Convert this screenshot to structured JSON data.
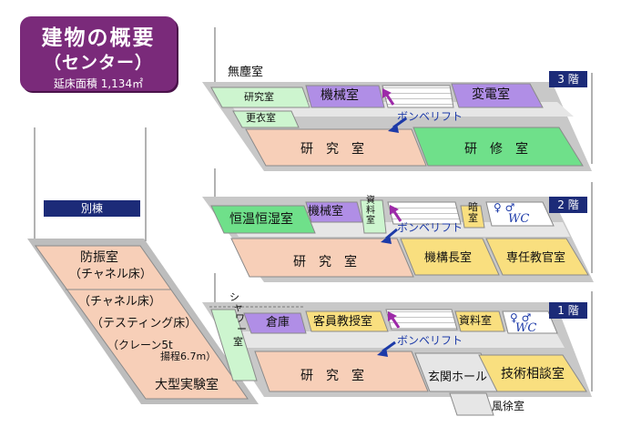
{
  "title": {
    "main": "建物の概要",
    "sub": "（センター）",
    "area": "延床面積 1,134㎡"
  },
  "annex": {
    "badge": "別棟",
    "room1": "防振室",
    "room1_sub": "（チャネル床）",
    "line1": "（チャネル床）",
    "line2": "（テスティング床）",
    "line3": "（クレーン5t",
    "line4": "揚程6.7m）",
    "room2": "大型実験室"
  },
  "floor3": {
    "badge": "3 階",
    "above_label": "無塵室",
    "rooms": {
      "lab_small": "研究室",
      "machine": "機械室",
      "substation": "変電室",
      "locker": "更衣室",
      "lift": "ボンベリフト",
      "lab": "研　究　室",
      "training": "研　修　室"
    }
  },
  "floor2": {
    "badge": "2 階",
    "rooms": {
      "constant_temp": "恒温恒湿室",
      "machine": "機械室",
      "archive_1": "資",
      "archive_2": "料",
      "archive_3": "室",
      "darkroom_1": "暗",
      "darkroom_2": "室",
      "wc": "WC",
      "lift": "ボンベリフト",
      "lab": "研　究　室",
      "director": "機構長室",
      "professor": "専任教官室"
    }
  },
  "floor1": {
    "badge": "1 階",
    "rooms": {
      "shower_1": "シ",
      "shower_2": "ャ",
      "shower_3": "ワ",
      "shower_4": "ー",
      "shower_5": "室",
      "storage": "倉庫",
      "visiting_prof": "客員教授室",
      "archive": "資料室",
      "wc": "WC",
      "lift": "ボンベリフト",
      "lab": "研　究　室",
      "lobby": "玄関ホール",
      "tech_consult": "技術相談室",
      "windbreak": "風徐室"
    }
  },
  "colors": {
    "lab": "#f7cfb8",
    "green": "#6fe08a",
    "light_green": "#cdf5cf",
    "purple": "#b08ee6",
    "yellow": "#f9df7f",
    "gray_slab": "#c8c8c8",
    "corridor": "#e6e6e6",
    "navy": "#1c2b78",
    "title_bg": "#7a2a7a",
    "arrow_purple": "#9d2aa8",
    "arrow_blue": "#1c3aa8"
  }
}
